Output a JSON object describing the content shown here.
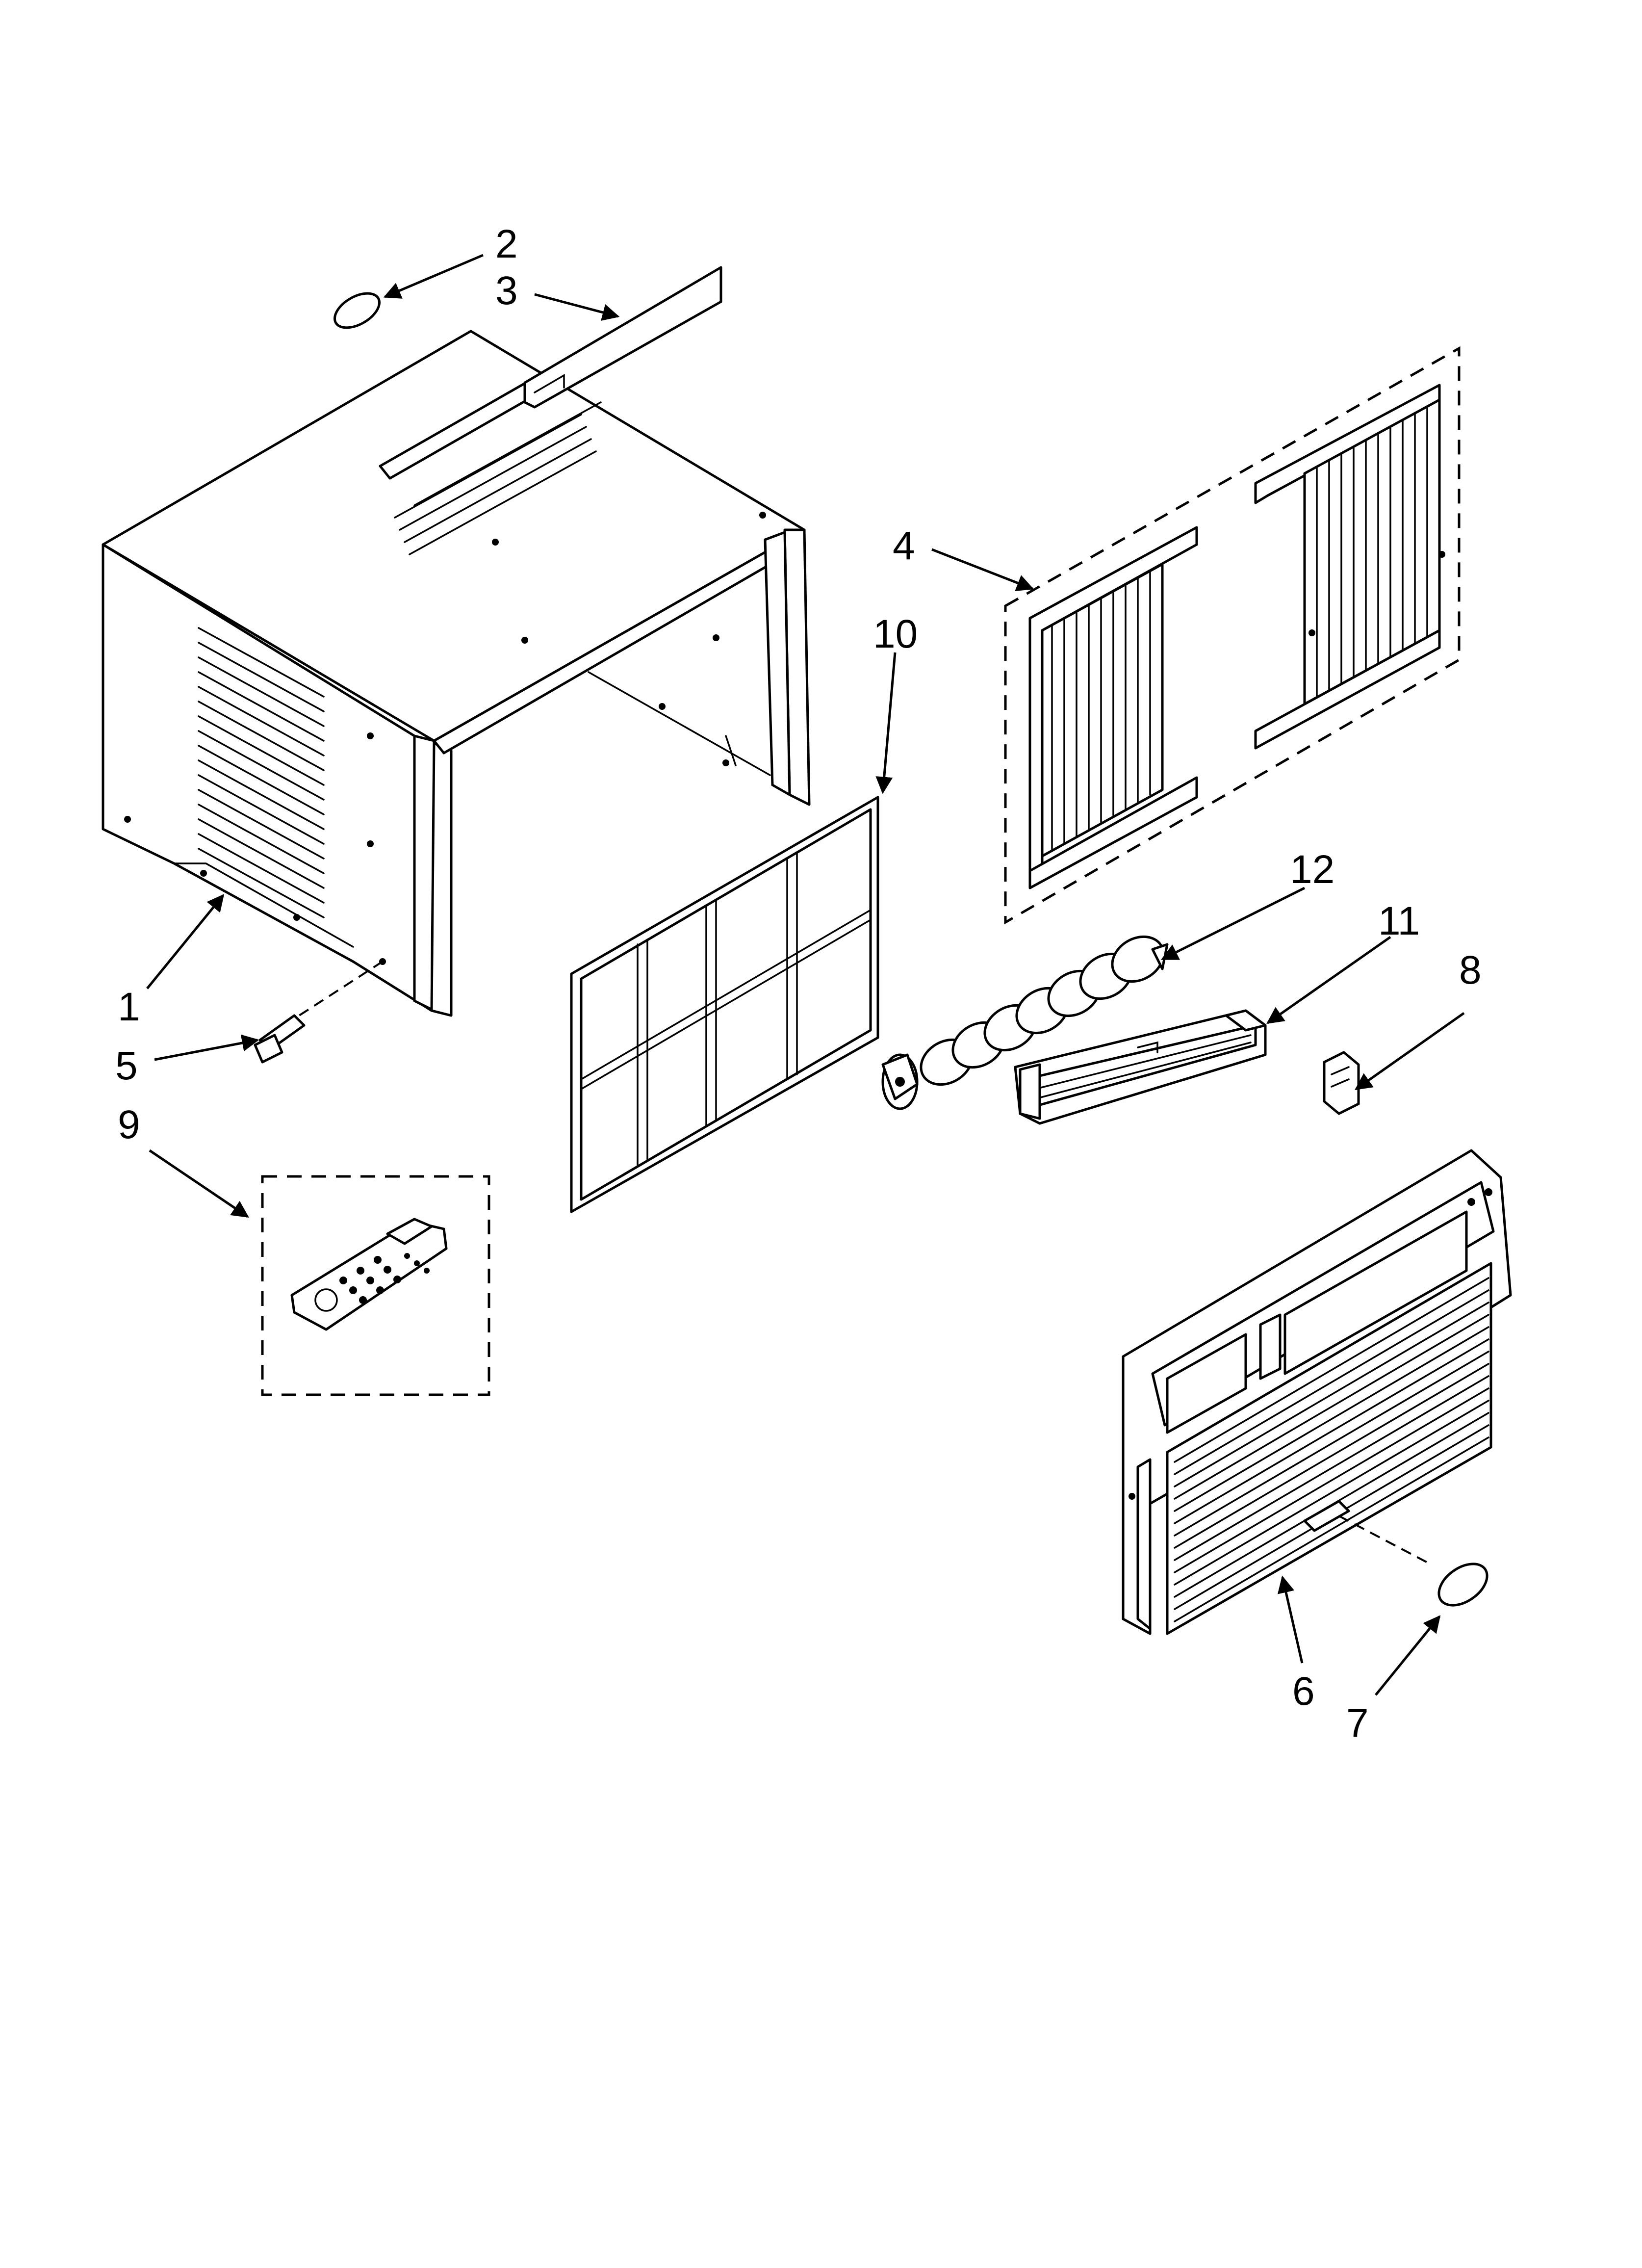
{
  "diagram": {
    "type": "exploded-parts-view",
    "callouts": [
      {
        "id": "c1",
        "label": "1"
      },
      {
        "id": "c2",
        "label": "2"
      },
      {
        "id": "c3",
        "label": "3"
      },
      {
        "id": "c4",
        "label": "4"
      },
      {
        "id": "c5",
        "label": "5"
      },
      {
        "id": "c6",
        "label": "6"
      },
      {
        "id": "c7",
        "label": "7"
      },
      {
        "id": "c8",
        "label": "8"
      },
      {
        "id": "c9",
        "label": "9"
      },
      {
        "id": "c10",
        "label": "10"
      },
      {
        "id": "c11",
        "label": "11"
      },
      {
        "id": "c12",
        "label": "12"
      }
    ],
    "parts": [
      {
        "callout": "1",
        "icon": "cabinet-wrapper-icon"
      },
      {
        "callout": "2",
        "icon": "oval-plug-icon"
      },
      {
        "callout": "3",
        "icon": "top-channel-icon"
      },
      {
        "callout": "4",
        "icon": "side-curtain-panels-icon"
      },
      {
        "callout": "5",
        "icon": "screw-icon"
      },
      {
        "callout": "6",
        "icon": "front-grille-panel-icon"
      },
      {
        "callout": "7",
        "icon": "oval-plug-icon"
      },
      {
        "callout": "8",
        "icon": "clip-bracket-icon"
      },
      {
        "callout": "9",
        "icon": "remote-control-icon"
      },
      {
        "callout": "10",
        "icon": "air-filter-icon"
      },
      {
        "callout": "11",
        "icon": "louver-assembly-icon"
      },
      {
        "callout": "12",
        "icon": "auger-vane-icon"
      }
    ]
  },
  "colors": {
    "line": "#000000",
    "background": "#ffffff"
  }
}
